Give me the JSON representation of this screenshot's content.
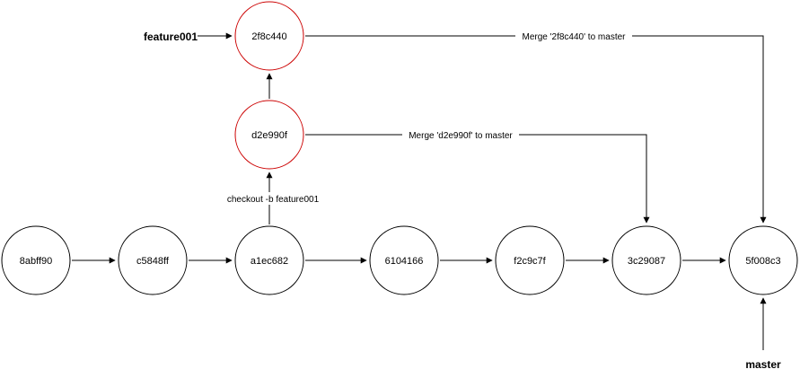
{
  "colors": {
    "main": "#000000",
    "feature": "#cc0000",
    "background": "#ffffff"
  },
  "nodes": {
    "n1": "8abff90",
    "n2": "c5848ff",
    "n3": "a1ec682",
    "n4": "6104166",
    "n5": "f2c9c7f",
    "n6": "3c29087",
    "n7": "5f008c3",
    "f1": "d2e990f",
    "f2": "2f8c440"
  },
  "edges": {
    "checkout": "checkout -b feature001",
    "merge1": "Merge 'd2e990f' to master",
    "merge2": "Merge '2f8c440' to master"
  },
  "refs": {
    "feature": "feature001",
    "master": "master"
  }
}
